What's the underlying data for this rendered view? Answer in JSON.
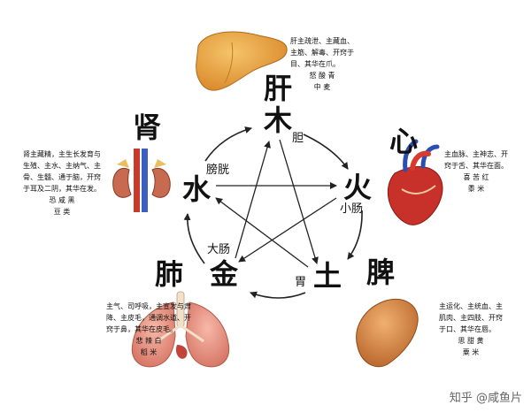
{
  "organs": {
    "liver": {
      "name": "肝",
      "element": "木",
      "bowel": "胆",
      "desc": [
        "肝主疏泄、主藏血、",
        "主筋、解毒、开窍于",
        "目、其华在爪。"
      ],
      "correspondences": "怒 酸 青",
      "food": "中 麦"
    },
    "heart": {
      "name": "心",
      "element": "火",
      "bowel": "小肠",
      "desc": [
        "主血脉、主神志、开",
        "窍于舌、其华在面。"
      ],
      "correspondences": "喜 苦 红",
      "food": "黍 米"
    },
    "spleen": {
      "name": "脾",
      "element": "土",
      "bowel": "胃",
      "desc": [
        "主运化、主统血、主",
        "肌肉、主四肢、开窍",
        "于口、其华在唇。"
      ],
      "correspondences": "思 甜 黄",
      "food": "粟 米"
    },
    "lung": {
      "name": "肺",
      "element": "金",
      "bowel": "大肠",
      "desc": [
        "主气、司呼吸，主宣发与肃",
        "降、主皮毛，通调水道、开",
        "窍于鼻，其华在皮毛。"
      ],
      "correspondences": "悲 辣 白",
      "food": "稻 米"
    },
    "kidney": {
      "name": "肾",
      "element": "水",
      "bowel": "膀胱",
      "desc": [
        "肾主藏精，主生长发育与",
        "生殖、主水、主纳气、主",
        "骨、生髓、通于脑，开窍",
        "于耳及二阴，其华在发。"
      ],
      "correspondences": "恐 咸 黑",
      "food": "豆 类"
    }
  },
  "colors": {
    "liver": "#e8a03a",
    "heart": "#c8302a",
    "spleen": "#d98a3a",
    "lung": "#e49080",
    "kidney": "#d07a5a",
    "arrow": "#222222"
  },
  "watermark": "知乎 @咸鱼片"
}
